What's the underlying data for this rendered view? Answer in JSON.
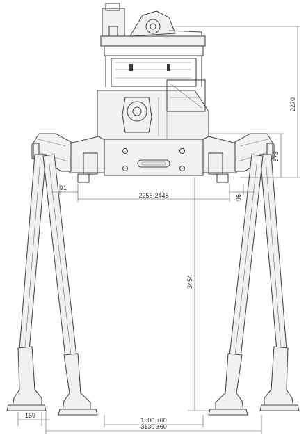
{
  "dimensions": {
    "overall_height": "2270",
    "upper_height": "673",
    "leg_height": "3454",
    "offset_left": "91",
    "offset_right": "96",
    "inner_span": "2258-2448",
    "foot_width": "159",
    "foot_gap": "1500 ±60",
    "outer_span": "3130 ±60"
  }
}
